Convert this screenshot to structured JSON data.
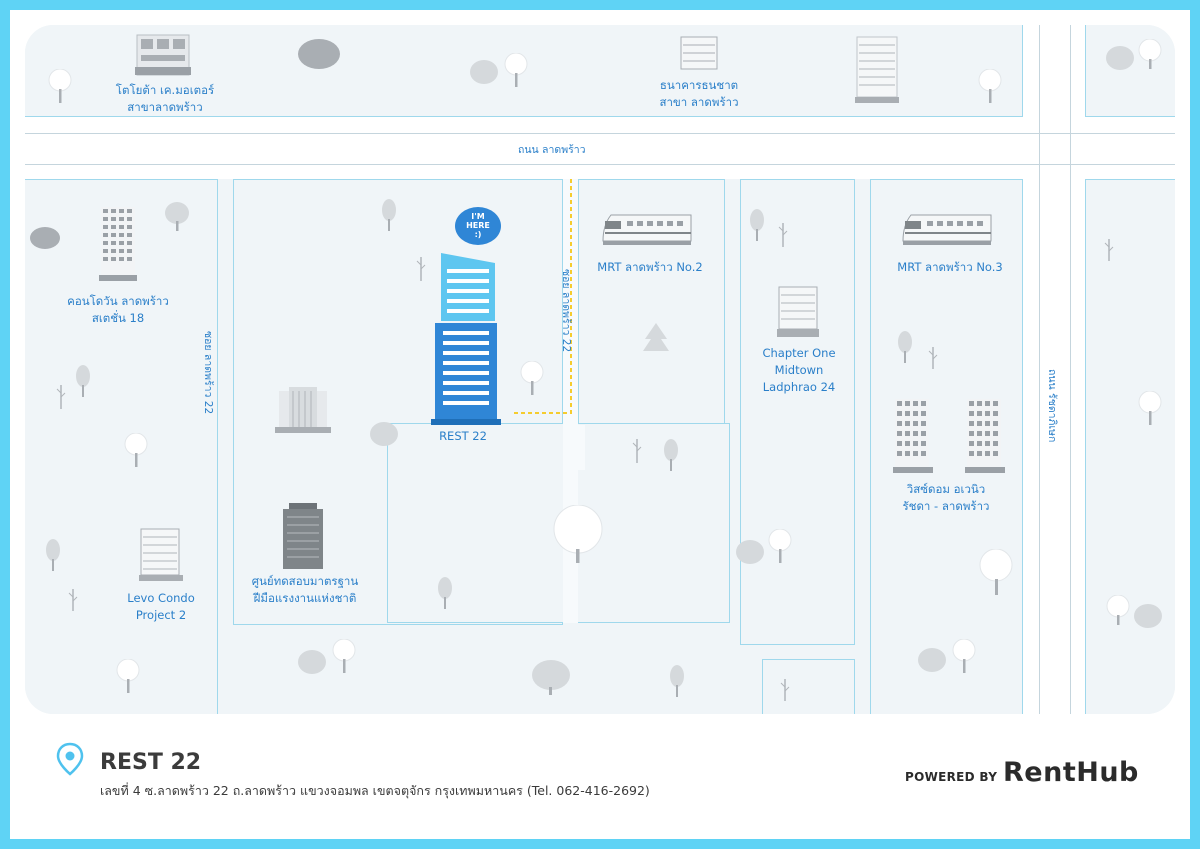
{
  "places": {
    "toyota": "โตโยต้า เค.มอเตอร์\nสาขาลาดพร้าว",
    "bank": "ธนาคารธนชาต\nสาขา ลาดพร้าว",
    "condo_one": "คอนโดวัน ลาดพร้าว\nสเตชั่น 18",
    "mrt2": "MRT ลาดพร้าว No.2",
    "mrt3": "MRT ลาดพร้าว No.3",
    "chapter_one": "Chapter One\nMidtown\nLadphrao 24",
    "rest22": "REST 22",
    "levo": "Levo Condo\nProject 2",
    "skills_center": "ศูนย์ทดสอบมาตรฐาน\nฝีมือแรงงานแห่งชาติ",
    "whizdom": "วิสซ์ดอม อเวนิว\nรัชดา - ลาดพร้าว"
  },
  "roads": {
    "ladprao": "ถนน ลาดพร้าว",
    "soi22_left": "ซอย ลาดพร้าว 22",
    "soi22_right": "ซอย ลาดพร้าว 22",
    "ratchada": "ถนน รัชดาภิเษก"
  },
  "marker": {
    "line1": "I'M",
    "line2": "HERE",
    "line3": ":)"
  },
  "footer": {
    "name": "REST 22",
    "address": "เลขที่ 4 ซ.ลาดพร้าว 22 ถ.ลาดพร้าว แขวงจอมพล เขตจตุจักร กรุงเทพมหานคร (Tel. 062-416-2692)",
    "powered_by": "POWERED BY",
    "brand": "RentHub"
  },
  "colors": {
    "frame": "#5fd3f5",
    "map_bg": "#f0f5f8",
    "label": "#2a7fc9",
    "building_main": "#2f86d6",
    "route": "#f5cc2e"
  },
  "icons": [
    "building-icon",
    "tree-icon",
    "bush-icon",
    "train-icon",
    "location-pin-icon",
    "speech-bubble-icon"
  ]
}
